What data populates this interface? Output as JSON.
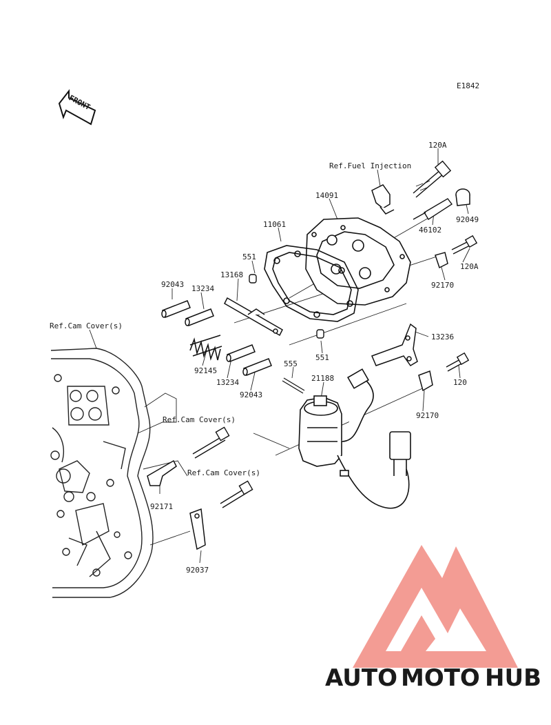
{
  "diagram_code": "E1842",
  "front_label": "FRONT",
  "refs": {
    "fuel_injection": "Ref.Fuel Injection",
    "cam_cover_1": "Ref.Cam Cover(s)",
    "cam_cover_2": "Ref.Cam Cover(s)",
    "cam_cover_3": "Ref.Cam Cover(s)"
  },
  "parts": {
    "p120A_top": "120A",
    "p14091": "14091",
    "p92049": "92049",
    "p46102": "46102",
    "p11061": "11061",
    "p120A_right": "120A",
    "p551_upper": "551",
    "p92170_upper": "92170",
    "p13168": "13168",
    "p92043_left": "92043",
    "p13234_upper": "13234",
    "p13236": "13236",
    "p551_lower": "551",
    "p92145": "92145",
    "p555": "555",
    "p21188": "21188",
    "p120": "120",
    "p13234_lower": "13234",
    "p92043_lower": "92043",
    "p92170_lower": "92170",
    "p92171": "92171",
    "p92037": "92037"
  },
  "watermark": {
    "part1": "AUTO",
    "part2": "MOTO",
    "part3": "HUB",
    "color_gold": "#f5b63c",
    "color_red": "#f06a5c",
    "color_gray": "#555555"
  }
}
